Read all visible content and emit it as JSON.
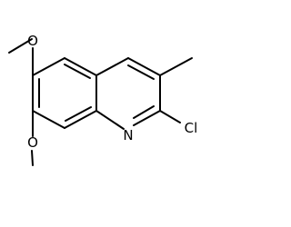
{
  "structure": {
    "atoms": {
      "o1": "O",
      "o2": "O",
      "n": "N",
      "cl": "Cl"
    }
  },
  "colors": {
    "background": "#ffffff",
    "bond": "#000000",
    "label": "#000000"
  }
}
